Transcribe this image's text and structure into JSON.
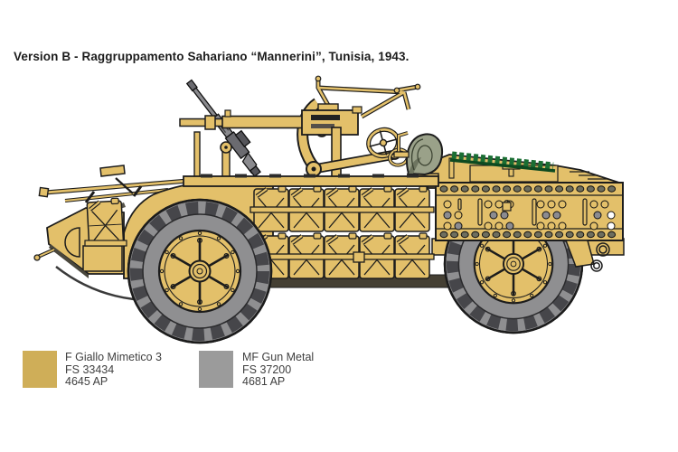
{
  "title": "Version B - Raggruppamento Sahariano “Mannerini”, Tunisia, 1943.",
  "illustration": {
    "subject": "AS 42 Sahariana desert vehicle, side profile painting guide",
    "colors": {
      "body_tan": "#e3c06a",
      "body_tan_dark": "#c4a152",
      "outline": "#1c1c1c",
      "tire_gray": "#8f8f91",
      "tread_dark": "#46464a",
      "gun_metal": "#8a8a8e",
      "tarp_gray_green": "#9aa189",
      "deck_green": "#1a6e33",
      "shadow_dark": "#443f33"
    }
  },
  "legend": {
    "items": [
      {
        "name": "F Giallo Mimetico 3",
        "fs": "FS 33434",
        "code": "4645 AP",
        "color": "#cfae58"
      },
      {
        "name": "MF Gun Metal",
        "fs": "FS 37200",
        "code": "4681 AP",
        "color": "#9b9b9b"
      }
    ]
  }
}
